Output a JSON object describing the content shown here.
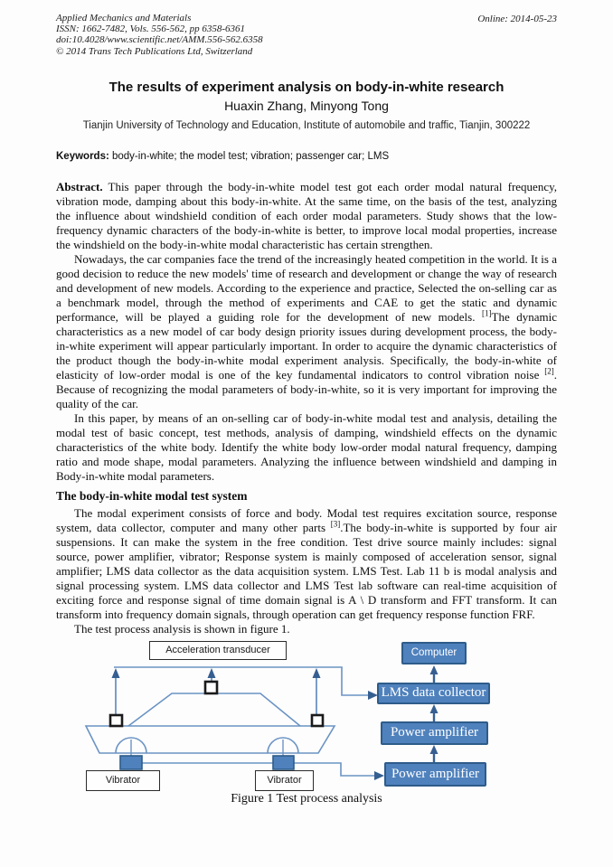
{
  "header": {
    "left_lines": [
      "Applied Mechanics and Materials",
      "ISSN: 1662-7482, Vols. 556-562, pp 6358-6361",
      "doi:10.4028/www.scientific.net/AMM.556-562.6358",
      "© 2014 Trans Tech Publications Ltd, Switzerland"
    ],
    "online_date": "Online: 2014-05-23"
  },
  "title": "The results of experiment analysis on body-in-white research",
  "authors": "Huaxin Zhang, Minyong Tong",
  "affiliation": "Tianjin University of Technology and Education, Institute of automobile and traffic, Tianjin, 300222",
  "keywords_label": "Keywords:",
  "keywords_text": " body-in-white; the model test; vibration; passenger car; LMS",
  "abstract_label": "Abstract.",
  "abstract_segments": [
    {
      "t": " This paper through the body-in-white model test got each order modal natural frequency, vibration mode, damping about this body-in-white. At the same time, on the basis of the test, analyzing the influence about windshield condition of each order modal parameters. Study shows that the low-frequency dynamic characters of the body-in-white is better, to improve local modal properties, increase the windshield on the body-in-white modal characteristic has certain strengthen."
    }
  ],
  "paragraph_2_segments": [
    {
      "t": "Nowadays, the car companies face the trend of the increasingly heated competition in the world. It is a good decision to reduce the new models' time of research and development or change the way of research and development of new models. According to the experience and practice, Selected the on-selling car as a benchmark model, through the method of experiments and CAE to get the static and dynamic performance, will be played a guiding role for the development of new models. "
    },
    {
      "t": "[1]",
      "sup": true
    },
    {
      "t": "The dynamic characteristics as a new model of car body design priority issues during development process, the body-in-white experiment will appear particularly important. In order to acquire the dynamic characteristics of the product though the body-in-white modal experiment analysis. Specifically, the body-in-white of elasticity of low-order modal is one of the key fundamental indicators to control vibration noise "
    },
    {
      "t": "[2]",
      "sup": true
    },
    {
      "t": ". Because of recognizing the modal parameters of body-in-white, so it is very important for improving the quality of the car."
    }
  ],
  "paragraph_3_segments": [
    {
      "t": "In this paper, by means of an on-selling car of body-in-white modal test and analysis, detailing the modal test of basic concept, test methods, analysis of damping, windshield effects on the dynamic characteristics of the white body. Identify the white body low-order modal natural frequency, damping ratio and mode shape, modal parameters. Analyzing the influence between windshield and damping in Body-in-white modal parameters."
    }
  ],
  "section_heading": "The body-in-white modal test system",
  "paragraph_4_segments": [
    {
      "t": "The modal experiment consists of force and body. Modal test requires excitation source, response system, data collector, computer and many other parts "
    },
    {
      "t": "[3]",
      "sup": true
    },
    {
      "t": ".The body-in-white is supported by four air suspensions. It can make the system in the free condition. Test drive source mainly includes: signal source, power amplifier, vibrator; Response system is mainly composed of acceleration sensor, signal amplifier; LMS data collector as the data acquisition system. LMS Test. Lab 11 b is modal analysis and signal processing system. LMS data collector and LMS Test lab software can real-time acquisition of exciting force and response signal of time domain signal is A \\ D transform and FFT transform. It can transform into frequency domain signals, through operation can get frequency response function FRF."
    }
  ],
  "paragraph_5_segments": [
    {
      "t": "The test process analysis is shown in figure 1."
    }
  ],
  "figure": {
    "boxes": {
      "acceleration_transducer": "Acceleration transducer",
      "computer": "Computer",
      "lms_data_collector": "LMS data collector",
      "power_amplifier_1": "Power amplifier",
      "power_amplifier_2": "Power amplifier",
      "vibrator_1": "Vibrator",
      "vibrator_2": "Vibrator"
    },
    "caption": "Figure 1 Test process analysis",
    "colors": {
      "box_fill": "#4f81bd",
      "box_border": "#2e5c8a",
      "signal_line": "#6b93c4",
      "arrow": "#365f91",
      "sensor_border": "#1a1a1a"
    }
  }
}
